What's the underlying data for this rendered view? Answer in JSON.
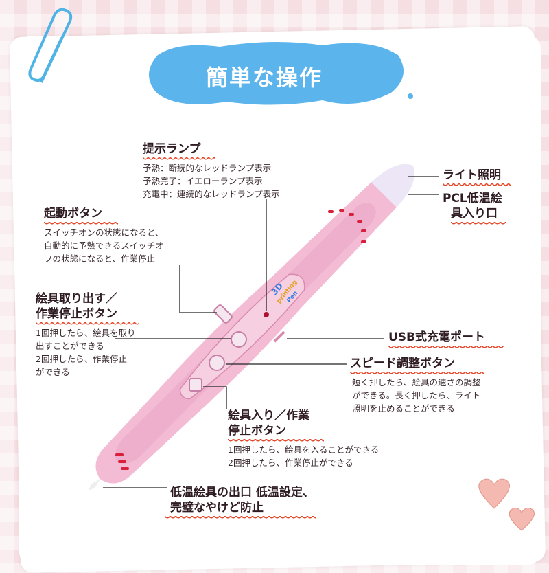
{
  "title": "簡単な操作",
  "pen_logo": [
    "3D",
    "printing",
    "Pen"
  ],
  "labels": {
    "lamp": {
      "heading": "提示ランプ",
      "lines": [
        "予熱：断続的なレッドランプ表示",
        "予熱完了：イエローランプ表示",
        "充電中：連続的なレッドランプ表示"
      ]
    },
    "power": {
      "heading": "起動ボタン",
      "lines": [
        "スイッチオンの状態になると、",
        "自動的に予熱できるスイッチオ",
        "フの状態になると、作業停止"
      ]
    },
    "eject": {
      "heading": [
        "絵具取り出す／",
        "作業停止ボタン"
      ],
      "lines": [
        "1回押したら、絵具を取り",
        "出すことができる",
        "2回押したら、作業停止",
        "ができる"
      ]
    },
    "light": {
      "heading": "ライト照明"
    },
    "inlet": {
      "heading": [
        "PCL低温絵",
        "具入り口"
      ]
    },
    "usb": {
      "heading": "USB式充電ポート"
    },
    "speed": {
      "heading": "スピード調整ボタン",
      "lines": [
        "短く押したら、絵具の速さの調整",
        "ができる。長く押したら、ライト",
        "照明を止めることができる"
      ]
    },
    "load": {
      "heading": [
        "絵具入り／作業",
        "停止ボタン"
      ],
      "lines": [
        "1回押したら、絵具を入ることができる",
        "2回押したら、作業停止ができる"
      ]
    },
    "outlet": {
      "heading": [
        "低温絵具の出口 低温設定、",
        "完璧なやけど防止"
      ]
    }
  },
  "colors": {
    "pen": "#f3bcd4",
    "title_blob": "#5cb4ec",
    "accent": "#e8482a"
  }
}
